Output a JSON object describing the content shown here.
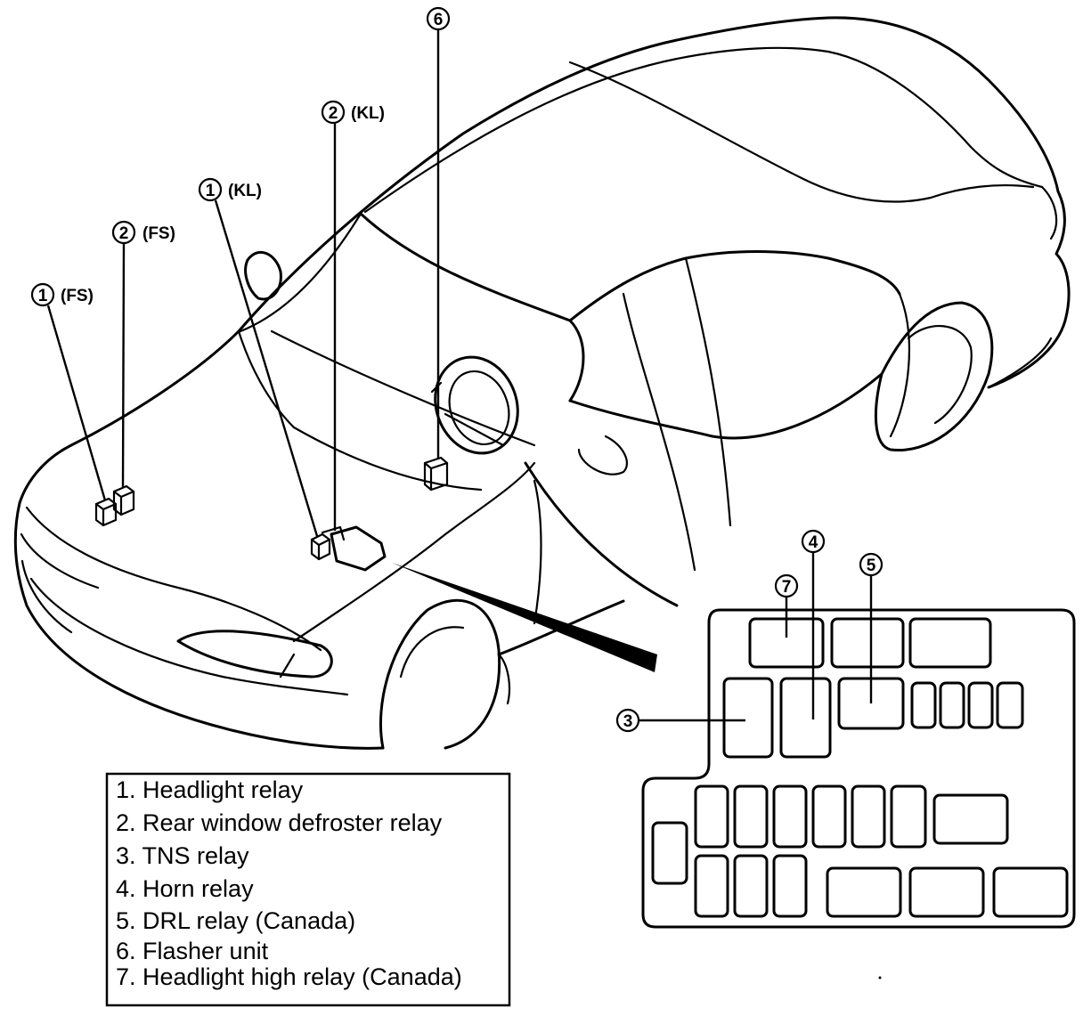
{
  "callouts": {
    "c1fs": {
      "num": "1",
      "tag": "(FS)"
    },
    "c2fs": {
      "num": "2",
      "tag": "(FS)"
    },
    "c1kl": {
      "num": "1",
      "tag": "(KL)"
    },
    "c2kl": {
      "num": "2",
      "tag": "(KL)"
    },
    "c6": {
      "num": "6"
    },
    "c3": {
      "num": "3"
    },
    "c4": {
      "num": "4"
    },
    "c5": {
      "num": "5"
    },
    "c7": {
      "num": "7"
    }
  },
  "legend": [
    "1. Headlight relay",
    "2. Rear window defroster relay",
    "3. TNS relay",
    "4. Horn relay",
    "5. DRL relay (Canada)",
    "6. Flasher unit",
    "7. Headlight high relay (Canada)"
  ]
}
